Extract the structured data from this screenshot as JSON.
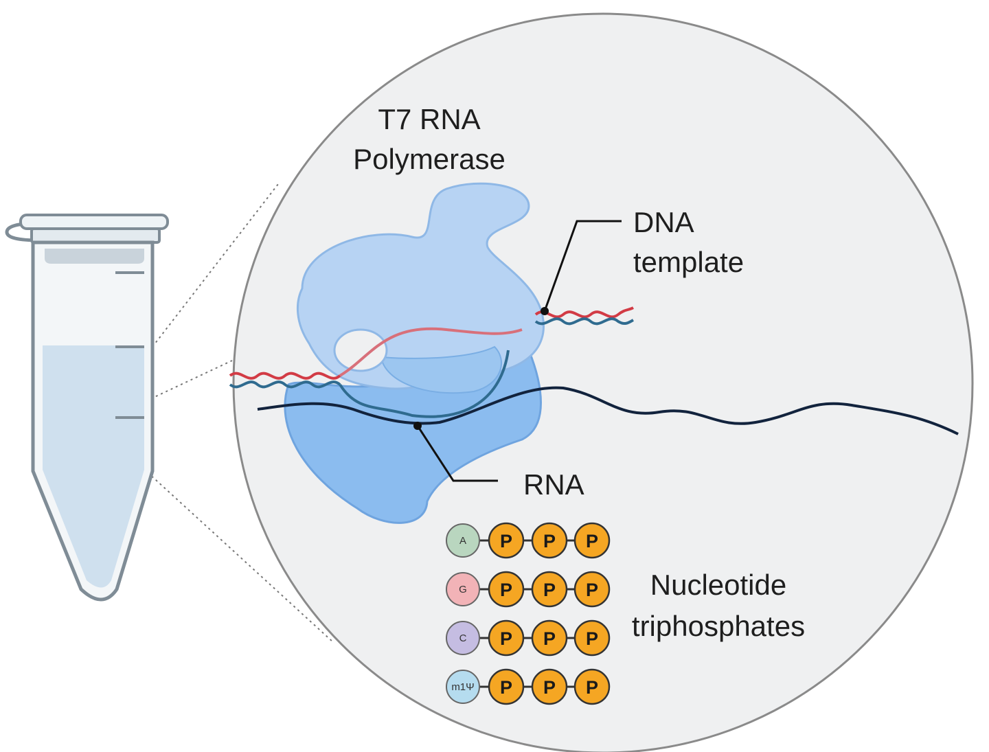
{
  "labels": {
    "polymerase": [
      "T7 RNA",
      "Polymerase"
    ],
    "dna": [
      "DNA",
      "template"
    ],
    "rna": "RNA",
    "ntp": [
      "Nucleotide",
      "triphosphates"
    ]
  },
  "nucleotides": [
    {
      "base": "A",
      "color": "#b9d6bf"
    },
    {
      "base": "G",
      "color": "#f2b3b7"
    },
    {
      "base": "C",
      "color": "#c5bde2"
    },
    {
      "base": "m1Ψ",
      "color": "#b5dcef"
    }
  ],
  "phosphate_label": "P",
  "colors": {
    "phosphate": "#f5a623",
    "polymerase_light": "#b7d3f3",
    "polymerase_dark": "#8bbcef",
    "dna_red": "#d23b45",
    "dna_blue": "#2f6b8f",
    "rna": "#12233d",
    "tube_liquid": "#cfe0ee"
  }
}
